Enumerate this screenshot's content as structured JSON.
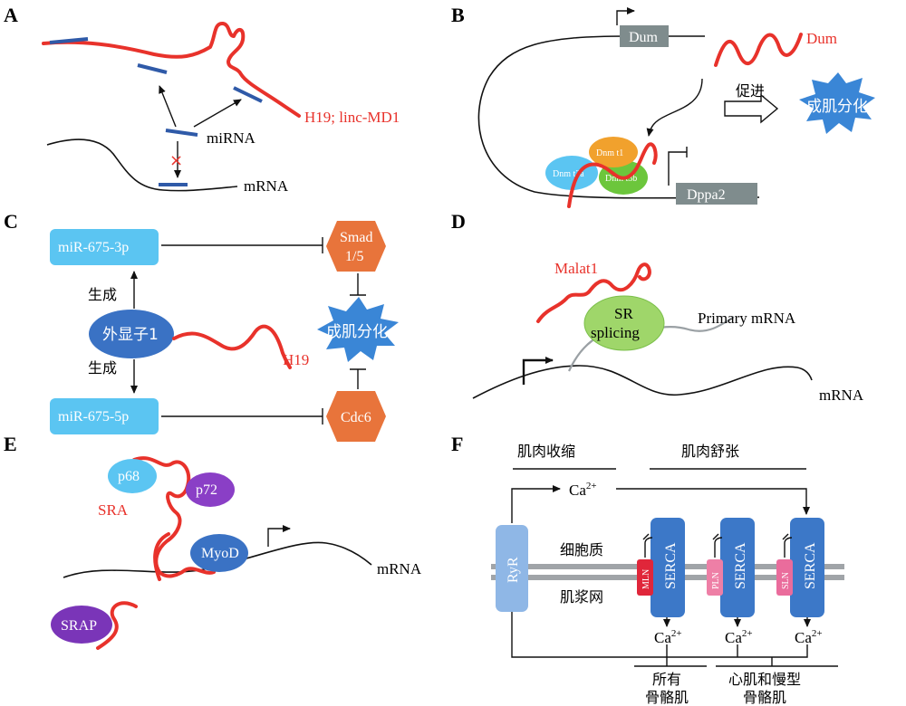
{
  "panels": {
    "a": {
      "label": "A",
      "mirna": "miRNA",
      "mrna": "mRNA",
      "lnc": "H19; linc-MD1",
      "block_mark": "×"
    },
    "b": {
      "label": "B",
      "dum_box": "Dum",
      "dum_rna": "Dum",
      "promote": "促进",
      "diff": "成肌分化",
      "dnmt1": "Dnm t1",
      "dnmt3a": "Dnm t3a",
      "dnmt3b": "Dnm t3b",
      "dppa2": "Dppa2"
    },
    "c": {
      "label": "C",
      "mir3p": "miR-675-3p",
      "mir5p": "miR-675-5p",
      "gen_top": "生成",
      "gen_bottom": "生成",
      "exon": "外显子1",
      "h19": "H19",
      "smad_line1": "Smad",
      "smad_line2": "1/5",
      "cdc6": "Cdc6",
      "diff": "成肌分化"
    },
    "d": {
      "label": "D",
      "malat1": "Malat1",
      "sr_line1": "SR",
      "sr_line2": "splicing",
      "primary": "Primary mRNA",
      "mrna": "mRNA"
    },
    "e": {
      "label": "E",
      "p68": "p68",
      "p72": "p72",
      "sra": "SRA",
      "myod": "MyoD",
      "mrna": "mRNA",
      "srap": "SRAP"
    },
    "f": {
      "label": "F",
      "contraction": "肌肉收缩",
      "relaxation": "肌肉舒张",
      "ca": "Ca",
      "ca_sup": "2+",
      "ryr": "RyR",
      "cytoplasm": "细胞质",
      "sr_net": "肌浆网",
      "serca": "SERCA",
      "mln": "MLN",
      "pln": "PLN",
      "sln": "SLN",
      "all_line1": "所有",
      "all_line2": "骨骼肌",
      "heart_line1": "心肌和慢型",
      "heart_line2": "骨骼肌"
    }
  },
  "colors": {
    "rna_red": "#e8322b",
    "mirna_blue": "#2f5aa8",
    "box_cyan": "#5bc5f2",
    "orange": "#e8743b",
    "blue_oval": "#3a72c4",
    "serca_blue": "#3c78c8",
    "gray_box": "#7f8c8d",
    "membrane_gray": "#a0a4a8",
    "green_sr": "#9fd66a",
    "purple": "#8a3fc6",
    "mln_red": "#e0263a",
    "pln_pink": "#ee7fa6",
    "sln_pink": "#ea6c9c"
  }
}
